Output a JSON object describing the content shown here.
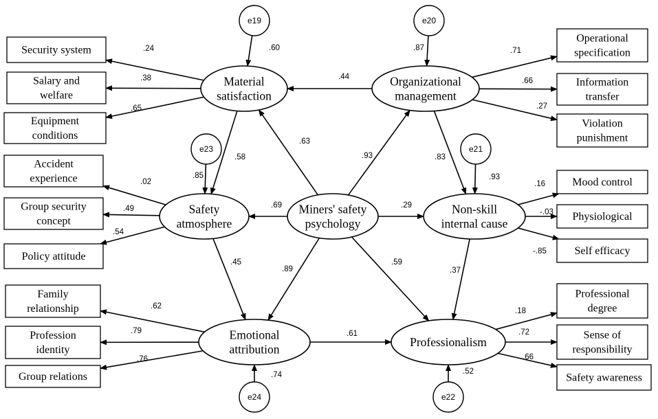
{
  "latent": {
    "material": {
      "lines": [
        "Material",
        "satisfaction"
      ]
    },
    "org": {
      "lines": [
        "Organizational",
        "management"
      ]
    },
    "safety": {
      "lines": [
        "Safety",
        "atmosphere"
      ]
    },
    "miners": {
      "lines": [
        "Miners' safety",
        "psychology"
      ]
    },
    "nonskill": {
      "lines": [
        "Non-skill",
        "internal cause"
      ]
    },
    "emotional": {
      "lines": [
        "Emotional",
        "attribution"
      ]
    },
    "prof": {
      "lines": [
        "Professionalism"
      ]
    }
  },
  "observed": {
    "security_system": {
      "lines": [
        "Security system"
      ]
    },
    "salary": {
      "lines": [
        "Salary and",
        "welfare"
      ]
    },
    "equipment": {
      "lines": [
        "Equipment",
        "conditions"
      ]
    },
    "accident": {
      "lines": [
        "Accident",
        "experience"
      ]
    },
    "group_security": {
      "lines": [
        "Group security",
        "concept"
      ]
    },
    "policy": {
      "lines": [
        "Policy attitude"
      ]
    },
    "family": {
      "lines": [
        "Family",
        "relationship"
      ]
    },
    "profession_identity": {
      "lines": [
        "Profession",
        "identity"
      ]
    },
    "group_relations": {
      "lines": [
        "Group relations"
      ]
    },
    "operational": {
      "lines": [
        "Operational",
        "specification"
      ]
    },
    "information": {
      "lines": [
        "Information",
        "transfer"
      ]
    },
    "violation": {
      "lines": [
        "Violation",
        "punishment"
      ]
    },
    "mood": {
      "lines": [
        "Mood control"
      ]
    },
    "physiological": {
      "lines": [
        "Physiological"
      ]
    },
    "self_efficacy": {
      "lines": [
        "Self efficacy"
      ]
    },
    "prof_degree": {
      "lines": [
        "Professional",
        "degree"
      ]
    },
    "responsibility": {
      "lines": [
        "Sense of",
        "responsibility"
      ]
    },
    "awareness": {
      "lines": [
        "Safety awareness"
      ]
    }
  },
  "errors": {
    "e19": {
      "label": "e19"
    },
    "e20": {
      "label": "e20"
    },
    "e21": {
      "label": "e21"
    },
    "e22": {
      "label": "e22"
    },
    "e23": {
      "label": "e23"
    },
    "e24": {
      "label": "e24"
    }
  },
  "coefficients": {
    "e19_material": ".60",
    "e20_org": ".87",
    "e21_nonskill": ".93",
    "e22_prof": ".52",
    "e23_safety": ".85",
    "e24_emotional": ".74",
    "org_material": ".44",
    "miners_material": ".63",
    "miners_org": ".93",
    "miners_safety": ".69",
    "miners_nonskill": ".29",
    "miners_emotional": ".89",
    "miners_prof": ".59",
    "material_safety": ".58",
    "org_nonskill": ".83",
    "safety_emotional": ".45",
    "nonskill_prof": ".37",
    "emotional_prof": ".61",
    "material_security_system": ".24",
    "material_salary": ".38",
    "material_equipment": ".65",
    "safety_accident": ".02",
    "safety_group_security": ".49",
    "safety_policy": ".54",
    "emotional_family": ".62",
    "emotional_profession_identity": ".79",
    "emotional_group_relations": ".76",
    "org_operational": ".71",
    "org_information": ".66",
    "org_violation": ".27",
    "nonskill_mood": ".16",
    "nonskill_physiological": "-.03",
    "nonskill_self_efficacy": "-.85",
    "prof_prof_degree": ".18",
    "prof_responsibility": ".72",
    "prof_awareness": ".66"
  }
}
